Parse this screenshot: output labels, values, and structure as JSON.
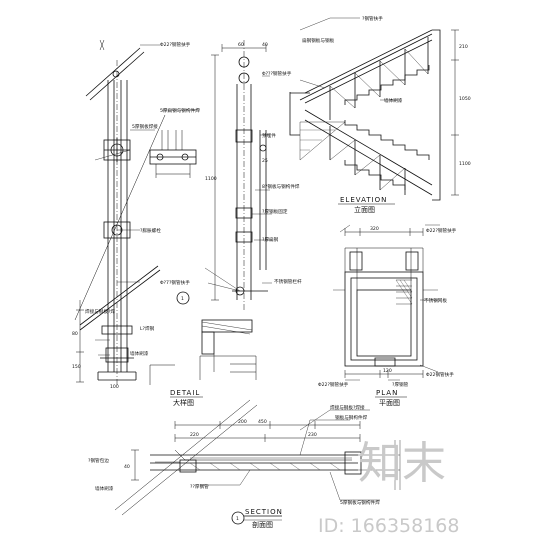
{
  "views": {
    "elevation": {
      "title": "ELEVATION",
      "subtitle": "立面图"
    },
    "plan": {
      "title": "PLAN",
      "subtitle": "平面图"
    },
    "detail": {
      "title": "DETAIL",
      "subtitle": "大样图"
    },
    "section": {
      "title": "SECTION",
      "subtitle": "剖面图",
      "marker": "1"
    }
  },
  "detail_marker": "1",
  "annotations": {
    "top_pipe": "Φ22?钢管扶手",
    "flat_steel_a": "5厚扁钢与钢构件焊",
    "flat_steel_b": "5厚钢板焊接",
    "expansion": "?膨胀螺栓",
    "embed": "预埋件",
    "rail_pipe": "Φ???钢管扶手",
    "weld_plate": "8?钢板与钢构件焊",
    "bar_fix": "?厚钢板固定",
    "stainless": "不锈钢管栏杆",
    "flat_bar": "?厚扁钢",
    "lower_pipe": "Φ?7?钢管扶手",
    "weld_note": "焊接与钢板?焊",
    "screw": "L?焊钢",
    "wall": "墙体刷漆",
    "plan_top": "Φ22?钢管扶手",
    "plan_wall": "墙体刷漆",
    "plan_mesh": "不锈钢网板",
    "plan_right": "Φ22钢管扶手",
    "plan_bottom": "?厚钢管",
    "plan_left": "Φ22?钢管扶手",
    "sec_top": "焊接与钢板?焊接",
    "sec_flat": "钢板与钢构件焊",
    "sec_left": "?钢管包边",
    "sec_wall": "墙体刷漆",
    "sec_bottom": "??厚钢管",
    "sec_bottom2": "5厚钢板与钢构件焊",
    "elev_top": "?钢管扶手",
    "elev_flat": "扁钢钢板与钢板",
    "elev_wall": "墙体刷漆"
  },
  "dims": {
    "d210": "210",
    "d1050": "1050",
    "d1100": "1100",
    "d450": "450",
    "d220": "220",
    "d230": "230",
    "d200": "200",
    "d60": "60",
    "d40": "40",
    "d25": "25",
    "d80": "80",
    "d150": "150",
    "d100": "100",
    "d320": "320",
    "d120": "120"
  },
  "watermark": {
    "mark": "知末",
    "id_text": "ID: 166358168"
  }
}
